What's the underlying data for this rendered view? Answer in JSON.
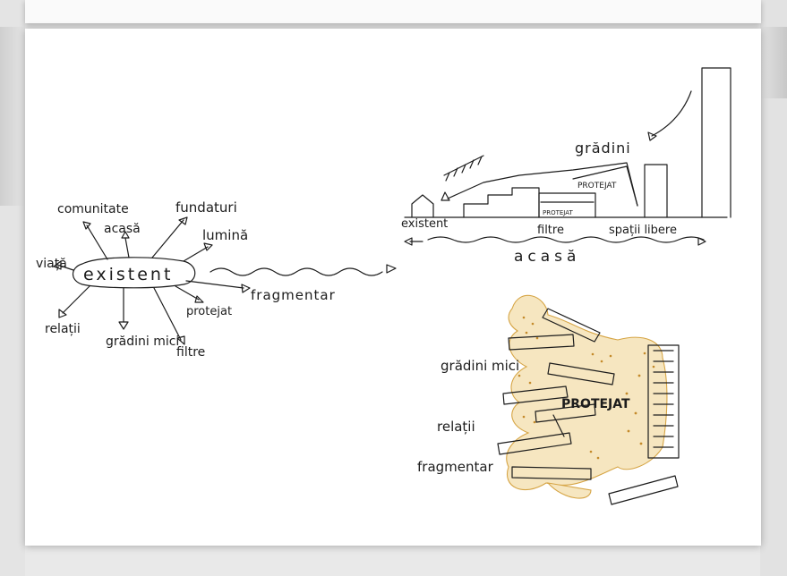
{
  "mindmap": {
    "center": "existent",
    "branches": [
      "comunitate",
      "acasă",
      "fundaturi",
      "lumină",
      "viață",
      "fragmentar",
      "protejat",
      "relații",
      "grădini mici",
      "filtre"
    ]
  },
  "section": {
    "labels": [
      "grădini",
      "PROTEJAT",
      "PROTEJAT",
      "existent",
      "filtre",
      "spații libere",
      "acasă"
    ]
  },
  "plan": {
    "labels": [
      "grădini mici",
      "relații",
      "fragmentar",
      "PROTEJAT"
    ]
  },
  "colors": {
    "ink": "#1c1c1c",
    "ochre": "#d6a545",
    "ochre_fill": "#f6e6c0"
  }
}
